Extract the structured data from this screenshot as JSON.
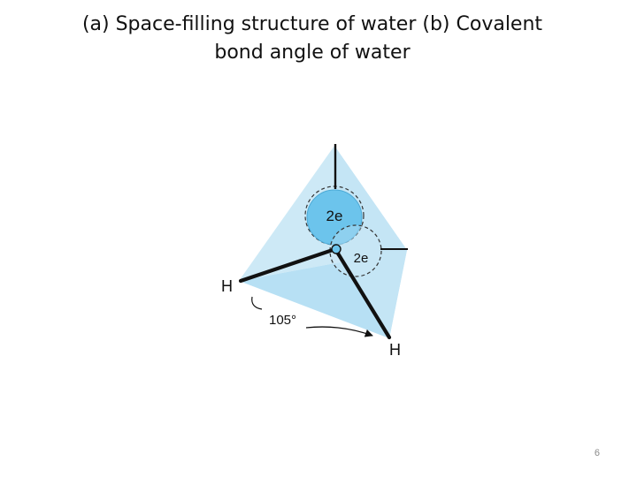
{
  "slide": {
    "title_line1": "(a) Space-filling structure of water (b) Covalent",
    "title_line2": "bond angle of water",
    "page_number": "6"
  },
  "diagram": {
    "lone_pair_upper_label": "2e",
    "lone_pair_lower_label": "2e",
    "hydrogen_left_label": "H",
    "hydrogen_right_label": "H",
    "bond_angle_label": "105°",
    "colors": {
      "tetrahedron_fill": "#cde9f6",
      "tetrahedron_face": "#b7e0f4",
      "lone_pair_fill": "#6cc4ec",
      "bond": "#111111"
    }
  }
}
